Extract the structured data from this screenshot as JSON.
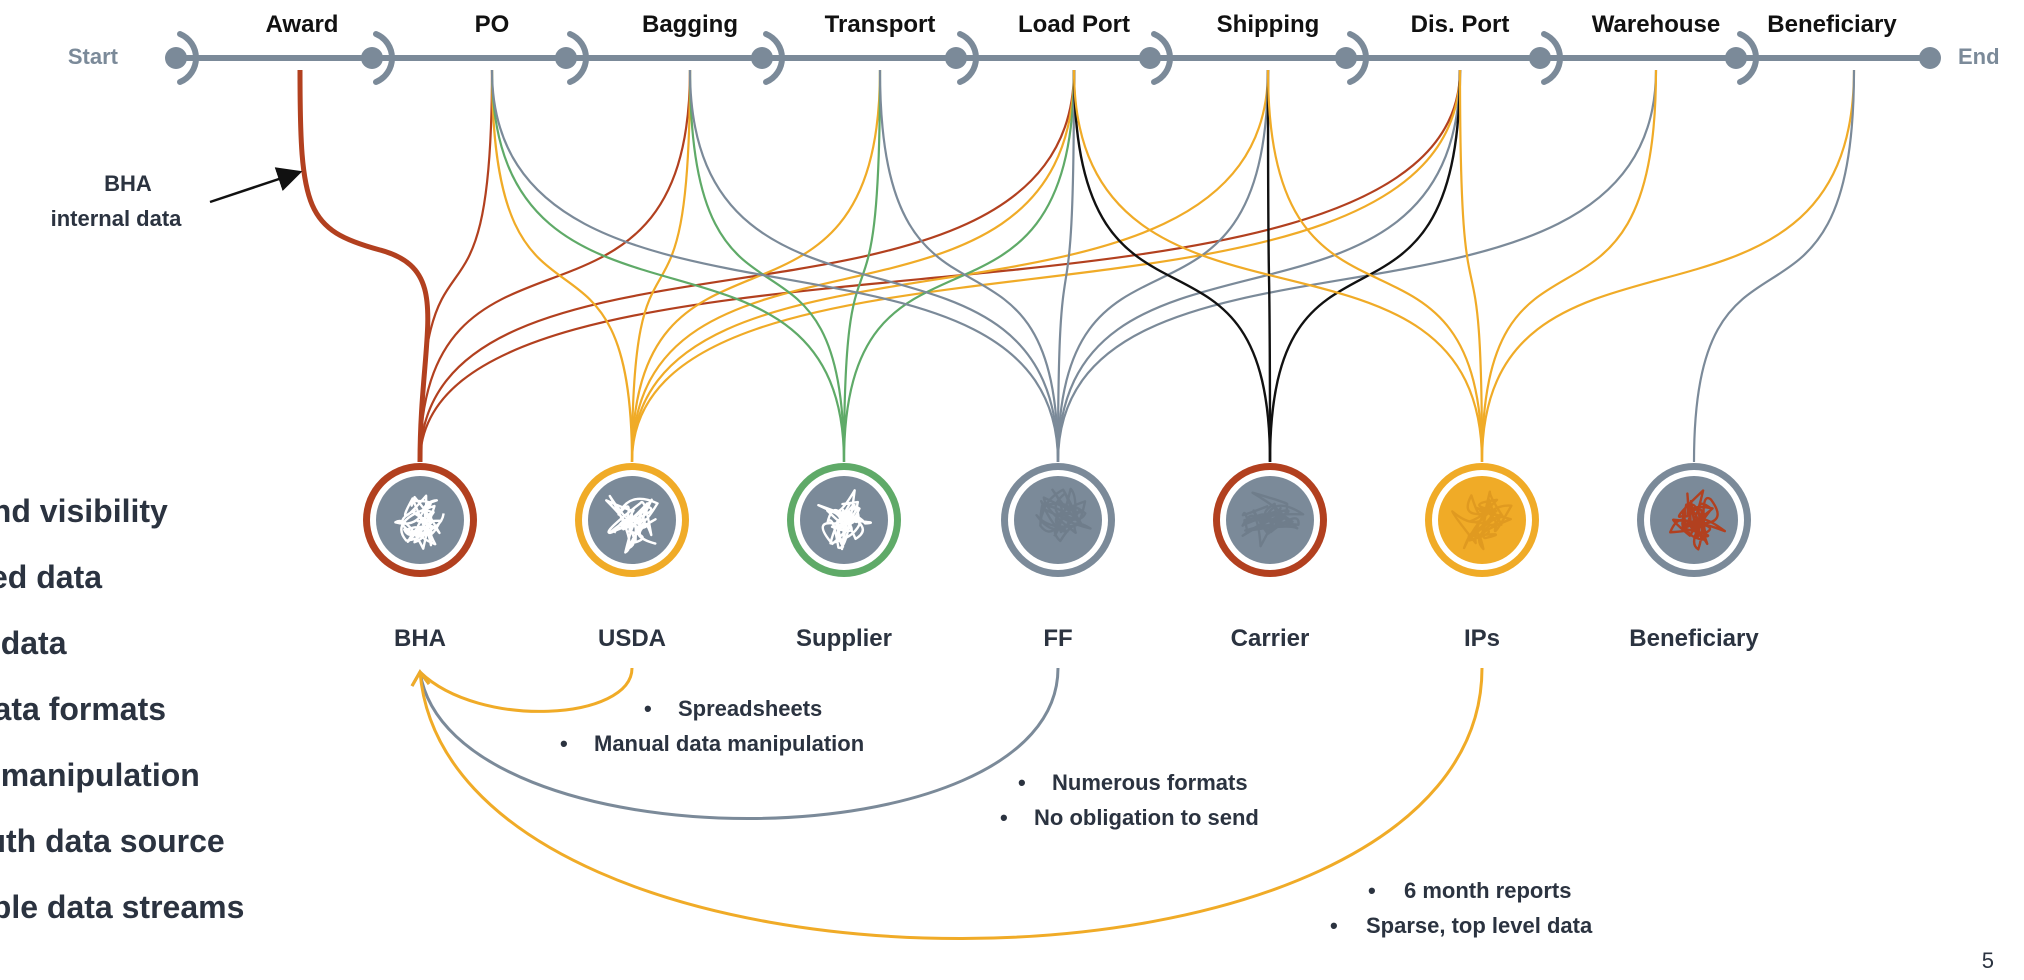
{
  "timeline": {
    "start_label": "Start",
    "end_label": "End",
    "stages": [
      "Award",
      "PO",
      "Bagging",
      "Transport",
      "Load Port",
      "Shipping",
      "Dis. Port",
      "Warehouse",
      "Beneficiary"
    ]
  },
  "stakeholders": [
    "BHA",
    "USDA",
    "Supplier",
    "FF",
    "Carrier",
    "IPs",
    "Beneficiary"
  ],
  "annotation": {
    "line1": "BHA",
    "line2": "internal data"
  },
  "notes": {
    "usda": [
      "Spreadsheets",
      "Manual data manipulation"
    ],
    "ff": [
      "Numerous formats",
      "No obligation to send"
    ],
    "ips": [
      "6 month reports",
      "Sparse, top level data"
    ]
  },
  "bullets": [
    "end visibility",
    "zed data",
    "e data",
    "data formats",
    "a manipulation",
    "ruth data source",
    "able data streams"
  ],
  "page_number": "5",
  "colors": {
    "timeline": "#7b8a99",
    "bha": "#b2401f",
    "usda": "#f0ab27",
    "supplier": "#5faa68",
    "ff": "#7b8a99",
    "carrier": "#111111",
    "ips": "#f0ab27",
    "beneficiary": "#7b8a99",
    "text": "#2b3340"
  }
}
